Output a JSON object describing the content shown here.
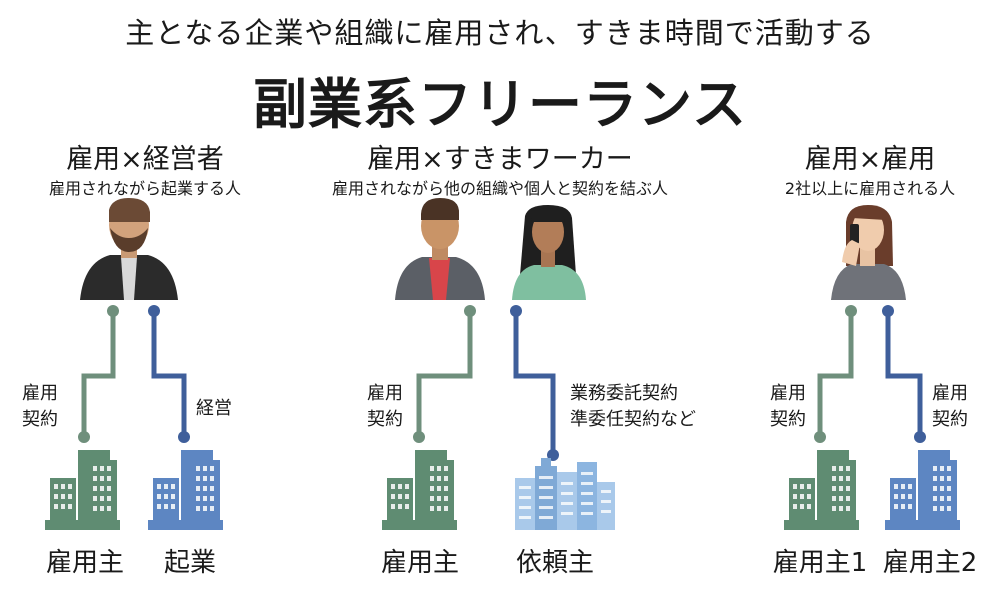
{
  "header": {
    "subtitle": "主となる企業や組織に雇用され、すきま時間で活動する",
    "title": "副業系フリーランス"
  },
  "columns": [
    {
      "heading": "雇用×経営者",
      "description": "雇用されながら起業する人",
      "left_link": {
        "label_line1": "雇用",
        "label_line2": "契約"
      },
      "right_link": {
        "label": "経営"
      },
      "left_party": "雇用主",
      "right_party": "起業"
    },
    {
      "heading": "雇用×すきまワーカー",
      "description": "雇用されながら他の組織や個人と契約を結ぶ人",
      "left_link": {
        "label_line1": "雇用",
        "label_line2": "契約"
      },
      "right_link": {
        "label_line1": "業務委託契約",
        "label_line2": "準委任契約など"
      },
      "left_party": "雇用主",
      "right_party": "依頼主"
    },
    {
      "heading": "雇用×雇用",
      "description": "2社以上に雇用される人",
      "left_link": {
        "label_line1": "雇用",
        "label_line2": "契約"
      },
      "right_link": {
        "label_line1": "雇用",
        "label_line2": "契約"
      },
      "left_party": "雇用主1",
      "right_party": "雇用主2"
    }
  ],
  "colors": {
    "employment_line": "#6f8f7c",
    "business_line": "#3f5f9b",
    "building_green": "#5f8c72",
    "building_blue": "#5d86c2",
    "building_lightblue": "#8cb5e0"
  },
  "icons": [
    "bearded-man-icon",
    "man-red-shirt-icon",
    "woman-long-hair-icon",
    "woman-phone-icon",
    "office-building-icon",
    "city-skyline-icon"
  ]
}
